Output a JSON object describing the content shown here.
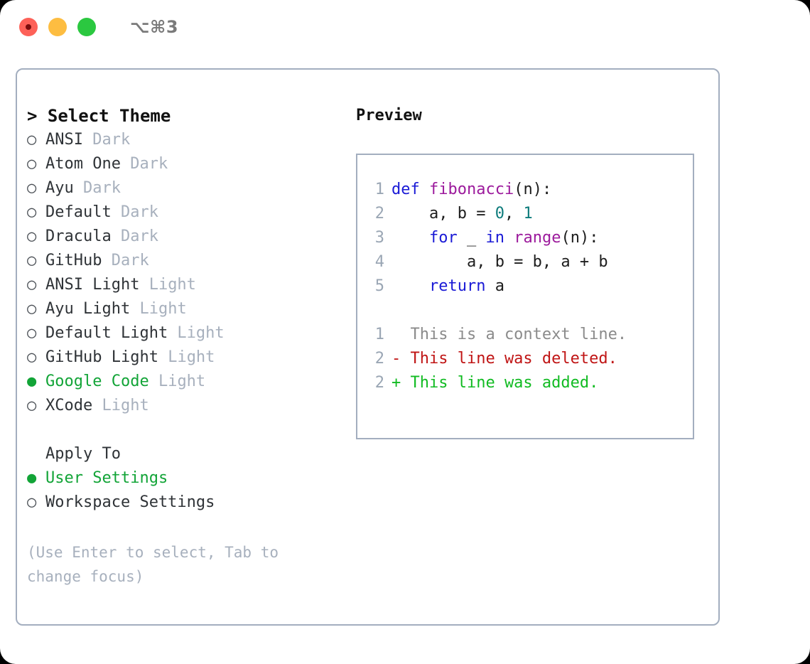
{
  "titlebar": {
    "shortcut": "⌥⌘3",
    "controls": [
      {
        "name": "close",
        "color": "#fd6158"
      },
      {
        "name": "minimize",
        "color": "#fdbd41"
      },
      {
        "name": "maximize",
        "color": "#2bc840"
      }
    ]
  },
  "theme_panel": {
    "header": "> Select Theme",
    "bullet_unselected": "○",
    "bullet_selected": "●",
    "items": [
      {
        "name": "ANSI",
        "kind": "Dark",
        "selected": false
      },
      {
        "name": "Atom One",
        "kind": "Dark",
        "selected": false
      },
      {
        "name": "Ayu",
        "kind": "Dark",
        "selected": false
      },
      {
        "name": "Default",
        "kind": "Dark",
        "selected": false
      },
      {
        "name": "Dracula",
        "kind": "Dark",
        "selected": false
      },
      {
        "name": "GitHub",
        "kind": "Dark",
        "selected": false
      },
      {
        "name": "ANSI Light",
        "kind": "Light",
        "selected": false
      },
      {
        "name": "Ayu Light",
        "kind": "Light",
        "selected": false
      },
      {
        "name": "Default Light",
        "kind": "Light",
        "selected": false
      },
      {
        "name": "GitHub Light",
        "kind": "Light",
        "selected": false
      },
      {
        "name": "Google Code",
        "kind": "Light",
        "selected": true
      },
      {
        "name": "XCode",
        "kind": "Light",
        "selected": false
      }
    ]
  },
  "apply_to": {
    "header": "Apply To",
    "options": [
      {
        "label": "User Settings",
        "selected": true
      },
      {
        "label": "Workspace Settings",
        "selected": false
      }
    ]
  },
  "hint": "(Use Enter to select, Tab to change focus)",
  "preview": {
    "header": "Preview",
    "code_lines": [
      {
        "num": "1",
        "tokens": [
          {
            "t": "def ",
            "c": "kw"
          },
          {
            "t": "fibonacci",
            "c": "fn"
          },
          {
            "t": "(n):",
            "c": "plain"
          }
        ]
      },
      {
        "num": "2",
        "tokens": [
          {
            "t": "    a, b = ",
            "c": "plain"
          },
          {
            "t": "0",
            "c": "num"
          },
          {
            "t": ", ",
            "c": "plain"
          },
          {
            "t": "1",
            "c": "num"
          }
        ]
      },
      {
        "num": "3",
        "tokens": [
          {
            "t": "    ",
            "c": "plain"
          },
          {
            "t": "for",
            "c": "kw"
          },
          {
            "t": " _ ",
            "c": "plain"
          },
          {
            "t": "in",
            "c": "kw"
          },
          {
            "t": " ",
            "c": "plain"
          },
          {
            "t": "range",
            "c": "fn"
          },
          {
            "t": "(n):",
            "c": "plain"
          }
        ]
      },
      {
        "num": "4",
        "tokens": [
          {
            "t": "        a, b = b, a + b",
            "c": "plain"
          }
        ]
      },
      {
        "num": "5",
        "tokens": [
          {
            "t": "    ",
            "c": "plain"
          },
          {
            "t": "return",
            "c": "kw"
          },
          {
            "t": " a",
            "c": "plain"
          }
        ]
      }
    ],
    "diff_lines": [
      {
        "num": "1",
        "marker": "  ",
        "text": "  This is a context line.",
        "c": "ctx"
      },
      {
        "num": "2",
        "marker": "- ",
        "text": "- This line was deleted.",
        "c": "del"
      },
      {
        "num": "2",
        "marker": "+ ",
        "text": "+ This line was added.",
        "c": "add"
      }
    ]
  },
  "colors": {
    "selected_green": "#12a437",
    "muted_grey": "#a7b0bd",
    "border": "#a3aebf",
    "keyword": "#1a1ad6",
    "function": "#9c1a9c",
    "number": "#0d7b7b",
    "diff_added": "#11bb22",
    "diff_deleted": "#c01515",
    "diff_context": "#8b8b8b"
  }
}
